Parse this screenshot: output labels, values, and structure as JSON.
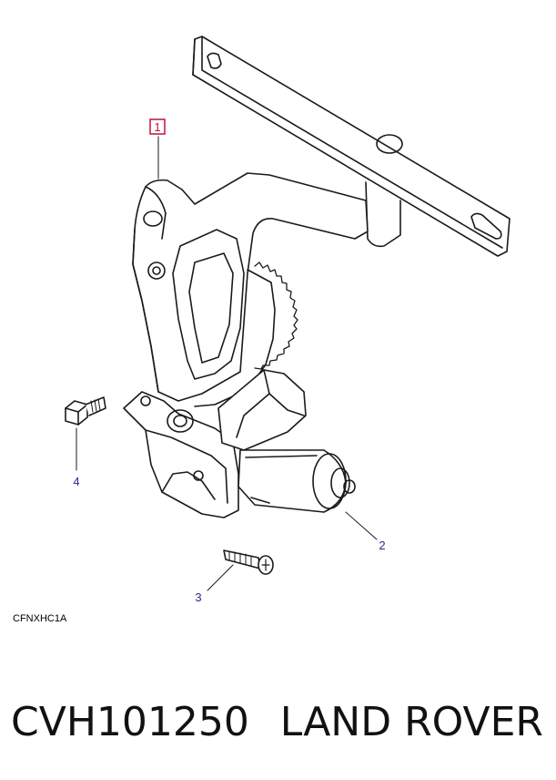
{
  "diagram": {
    "callouts": [
      {
        "id": "1",
        "label": "1",
        "highlighted": true
      },
      {
        "id": "2",
        "label": "2",
        "highlighted": false
      },
      {
        "id": "3",
        "label": "3",
        "highlighted": false
      },
      {
        "id": "4",
        "label": "4",
        "highlighted": false
      }
    ],
    "drawing_code": "CFNXHC1A",
    "colors": {
      "line": "#1a1a1a",
      "callout_text": "#2a2a8c",
      "highlight": "#c0143c"
    }
  },
  "caption": {
    "part_number": "CVH101250",
    "brand": "LAND ROVER"
  }
}
